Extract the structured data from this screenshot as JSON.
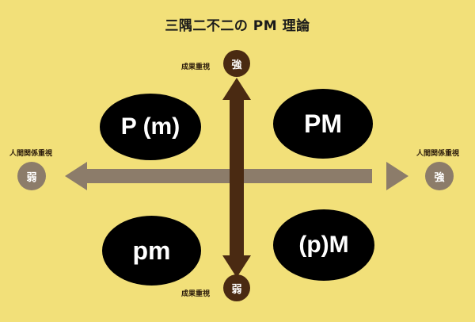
{
  "title": "三隅二不二の PM 理論",
  "vertical_axis": {
    "label_top": "成果重視",
    "label_bottom": "成果重視",
    "top_node": "強",
    "bottom_node": "弱"
  },
  "horizontal_axis": {
    "label_left": "人間関係重視",
    "label_right": "人間関係重視",
    "left_node": "弱",
    "right_node": "強"
  },
  "quadrants": {
    "top_left": "P (m)",
    "top_right": "PM",
    "bottom_left": "pm",
    "bottom_right": "(p)M"
  },
  "colors": {
    "background": "#f2e079",
    "vertical_arrow": "#4a2a12",
    "horizontal_arrow": "#8c7c6a",
    "quadrant_fill": "#000000"
  }
}
